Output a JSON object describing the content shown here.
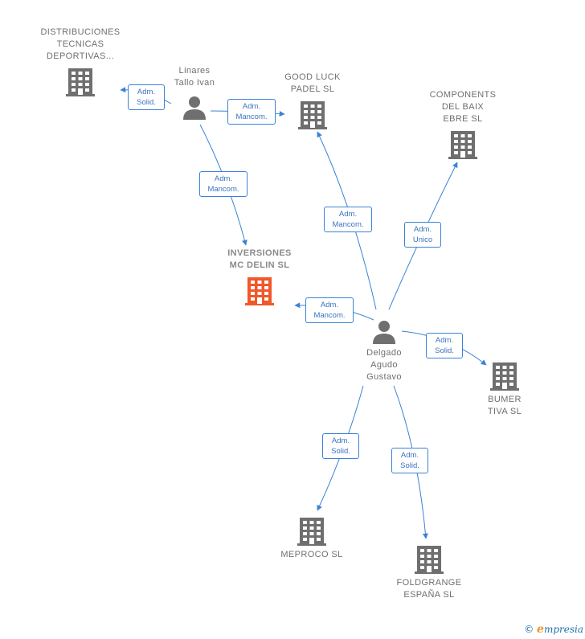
{
  "colors": {
    "edge": "#3b82d6",
    "building": "#6f6f6f",
    "building_main": "#f0582a",
    "person": "#6f6f6f"
  },
  "nodes": {
    "distribuciones": {
      "lines": [
        "DISTRIBUCIONES",
        "TECNICAS",
        "DEPORTIVAS..."
      ],
      "icon": "building-icon"
    },
    "linares": {
      "lines": [
        "Linares",
        "Tallo Ivan"
      ],
      "icon": "person-icon"
    },
    "goodluck": {
      "lines": [
        "GOOD LUCK",
        "PADEL  SL"
      ],
      "icon": "building-icon"
    },
    "components": {
      "lines": [
        "COMPONENTS",
        "DEL BAIX",
        "EBRE SL"
      ],
      "icon": "building-icon"
    },
    "inversiones": {
      "lines": [
        "INVERSIONES",
        "MC DELIN  SL"
      ],
      "icon": "building-icon"
    },
    "delgado": {
      "lines": [
        "Delgado",
        "Agudo",
        "Gustavo"
      ],
      "icon": "person-icon"
    },
    "bumer": {
      "lines": [
        "BUMER",
        "TIVA SL"
      ],
      "icon": "building-icon"
    },
    "meproco": {
      "lines": [
        "MEPROCO SL"
      ],
      "icon": "building-icon"
    },
    "foldgrange": {
      "lines": [
        "FOLDGRANGE",
        "ESPAÑA  SL"
      ],
      "icon": "building-icon"
    }
  },
  "roles": {
    "linares_distribuciones": [
      "Adm.",
      "Solid."
    ],
    "linares_goodluck": [
      "Adm.",
      "Mancom."
    ],
    "linares_inversiones": [
      "Adm.",
      "Mancom."
    ],
    "delgado_goodluck": [
      "Adm.",
      "Mancom."
    ],
    "delgado_components": [
      "Adm.",
      "Unico"
    ],
    "delgado_inversiones": [
      "Adm.",
      "Mancom."
    ],
    "delgado_bumer": [
      "Adm.",
      "Solid."
    ],
    "delgado_meproco": [
      "Adm.",
      "Solid."
    ],
    "delgado_foldgrange": [
      "Adm.",
      "Solid."
    ]
  },
  "footer": {
    "copyright": "©",
    "brand_initial": "e",
    "brand_rest": "mpresia"
  }
}
